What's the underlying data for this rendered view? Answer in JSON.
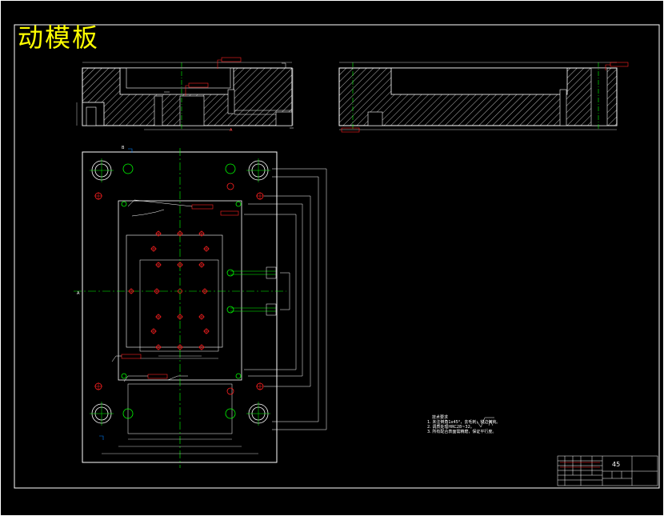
{
  "drawing": {
    "title": "动模板",
    "material": "45",
    "colors": {
      "background": "#000000",
      "outline": "#ffffff",
      "centerline": "#00ff00",
      "hole": "#ff2020",
      "hatch": "#ffffff",
      "title": "#ffff00"
    },
    "tech_notes_heading": "技术要求",
    "tech_notes": [
      "1. 未注倒角1x45°，去毛刺，锐边倒钝。",
      "2. 调质处理HRC28~32。",
      "3. 所有配合表面需精磨，保证平行度。"
    ],
    "section_labels": {
      "a": "A",
      "b": "B"
    }
  }
}
